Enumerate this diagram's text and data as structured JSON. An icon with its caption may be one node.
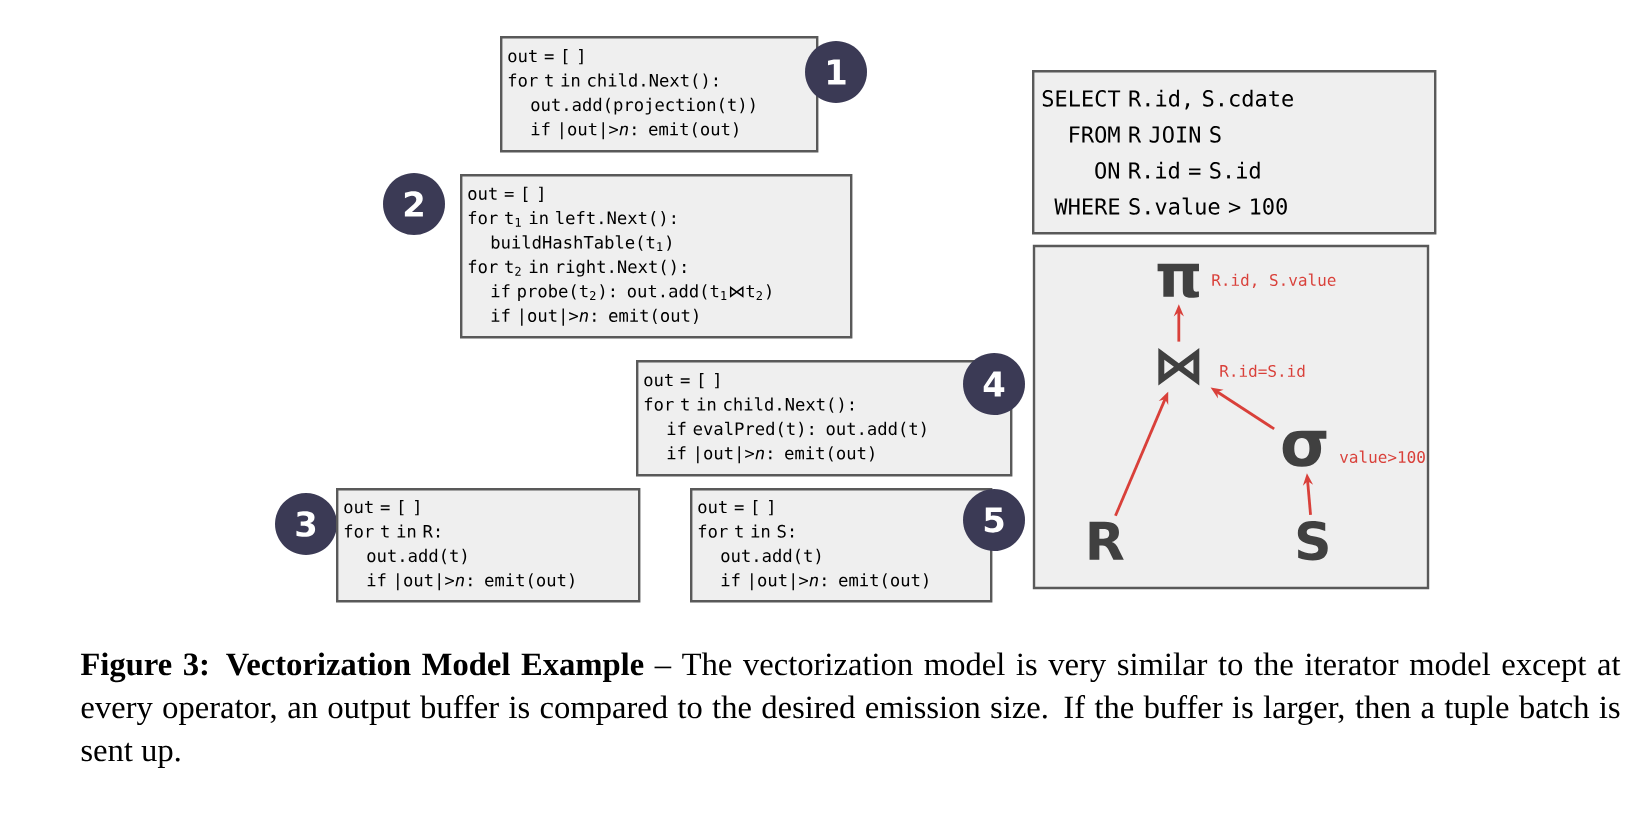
{
  "diagram": {
    "caption": "**Figure 3: Vectorization Model Example** – The vectorization model is very similar to the iterator model except at every operator, an output buffer is compared to the desired emission size. If the buffer is larger, then a tuple batch is sent up.",
    "nodes": [
      {
        "text": [
          "out = [ ]",
          "for t in child.Next():",
          "out.add(projection(t))",
          "if |out|>*n*: emit(out)"
        ]
      },
      {
        "text": [
          "1"
        ]
      },
      {
        "text": [
          "2"
        ]
      },
      {
        "text": [
          "out = [ ]",
          "for t$_{1}$ in left.Next():",
          "buildHashTable(t$_{1}$)",
          "for t$_{2}$ in right.Next():",
          "if probe(t$_{2}$): out.add(t$_{1}$⋈t$_{2}$)",
          "if |out|>*n*: emit(out)"
        ]
      },
      {
        "text": [
          "SELECT R.id, S.cdate",
          "FROM R JOIN S",
          "ON R.id = S.id",
          "WHERE S.value > 100"
        ]
      },
      {
        "text": [],
        "shape": "box"
      },
      {
        "text": [
          "π"
        ],
        "beside": [
          "R.id, S.value"
        ],
        "in": 5
      },
      {
        "text": [
          "⋈"
        ],
        "beside": [
          "R.id=S.id"
        ],
        "in": 5
      },
      {
        "text": [
          "σ"
        ],
        "beside": [
          "value>100"
        ],
        "in": 5
      },
      {
        "text": [
          "R"
        ],
        "in": 5
      },
      {
        "text": [
          "S"
        ],
        "in": 5
      },
      {
        "text": [
          "out = [ ]",
          "for t in child.Next():",
          "if evalPred(t): out.add(t)",
          "if |out|>*n*: emit(out)"
        ]
      },
      {
        "text": [
          "4"
        ]
      },
      {
        "text": [
          "3"
        ]
      },
      {
        "text": [
          "out = [ ]",
          "for t in R:",
          "out.add(t)",
          "if |out|>*n*: emit(out)"
        ]
      },
      {
        "text": [
          "out = [ ]",
          "for t in S:",
          "out.add(t)",
          "if |out|>*n*: emit(out)"
        ]
      },
      {
        "text": [
          "5"
        ]
      }
    ],
    "edges": [
      {
        "from": 7,
        "to": 6,
        "arrow": "to"
      },
      {
        "from": 9,
        "to": 7,
        "arrow": "to"
      },
      {
        "from": 8,
        "to": 7,
        "arrow": "to"
      },
      {
        "from": 10,
        "to": 8,
        "arrow": "to"
      }
    ]
  }
}
